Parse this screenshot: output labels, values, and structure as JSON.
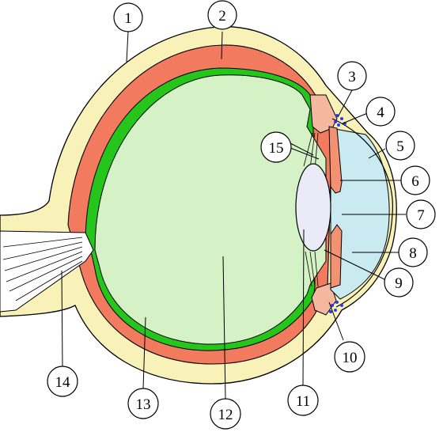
{
  "colors": {
    "sclera": "#f8f2b8",
    "choroid": "#f27a5e",
    "retina": "#25c51c",
    "vitreous": "#d5f2c6",
    "aqueous": "#c9eaf1",
    "lens": "#ebebf8",
    "iris": "#f39272",
    "ciliary": "#f4b8a0",
    "canal_dots": "#2a3aee",
    "outline": "#000000"
  },
  "labels": [
    "1",
    "2",
    "3",
    "4",
    "5",
    "6",
    "7",
    "8",
    "9",
    "10",
    "11",
    "12",
    "13",
    "14",
    "15"
  ]
}
